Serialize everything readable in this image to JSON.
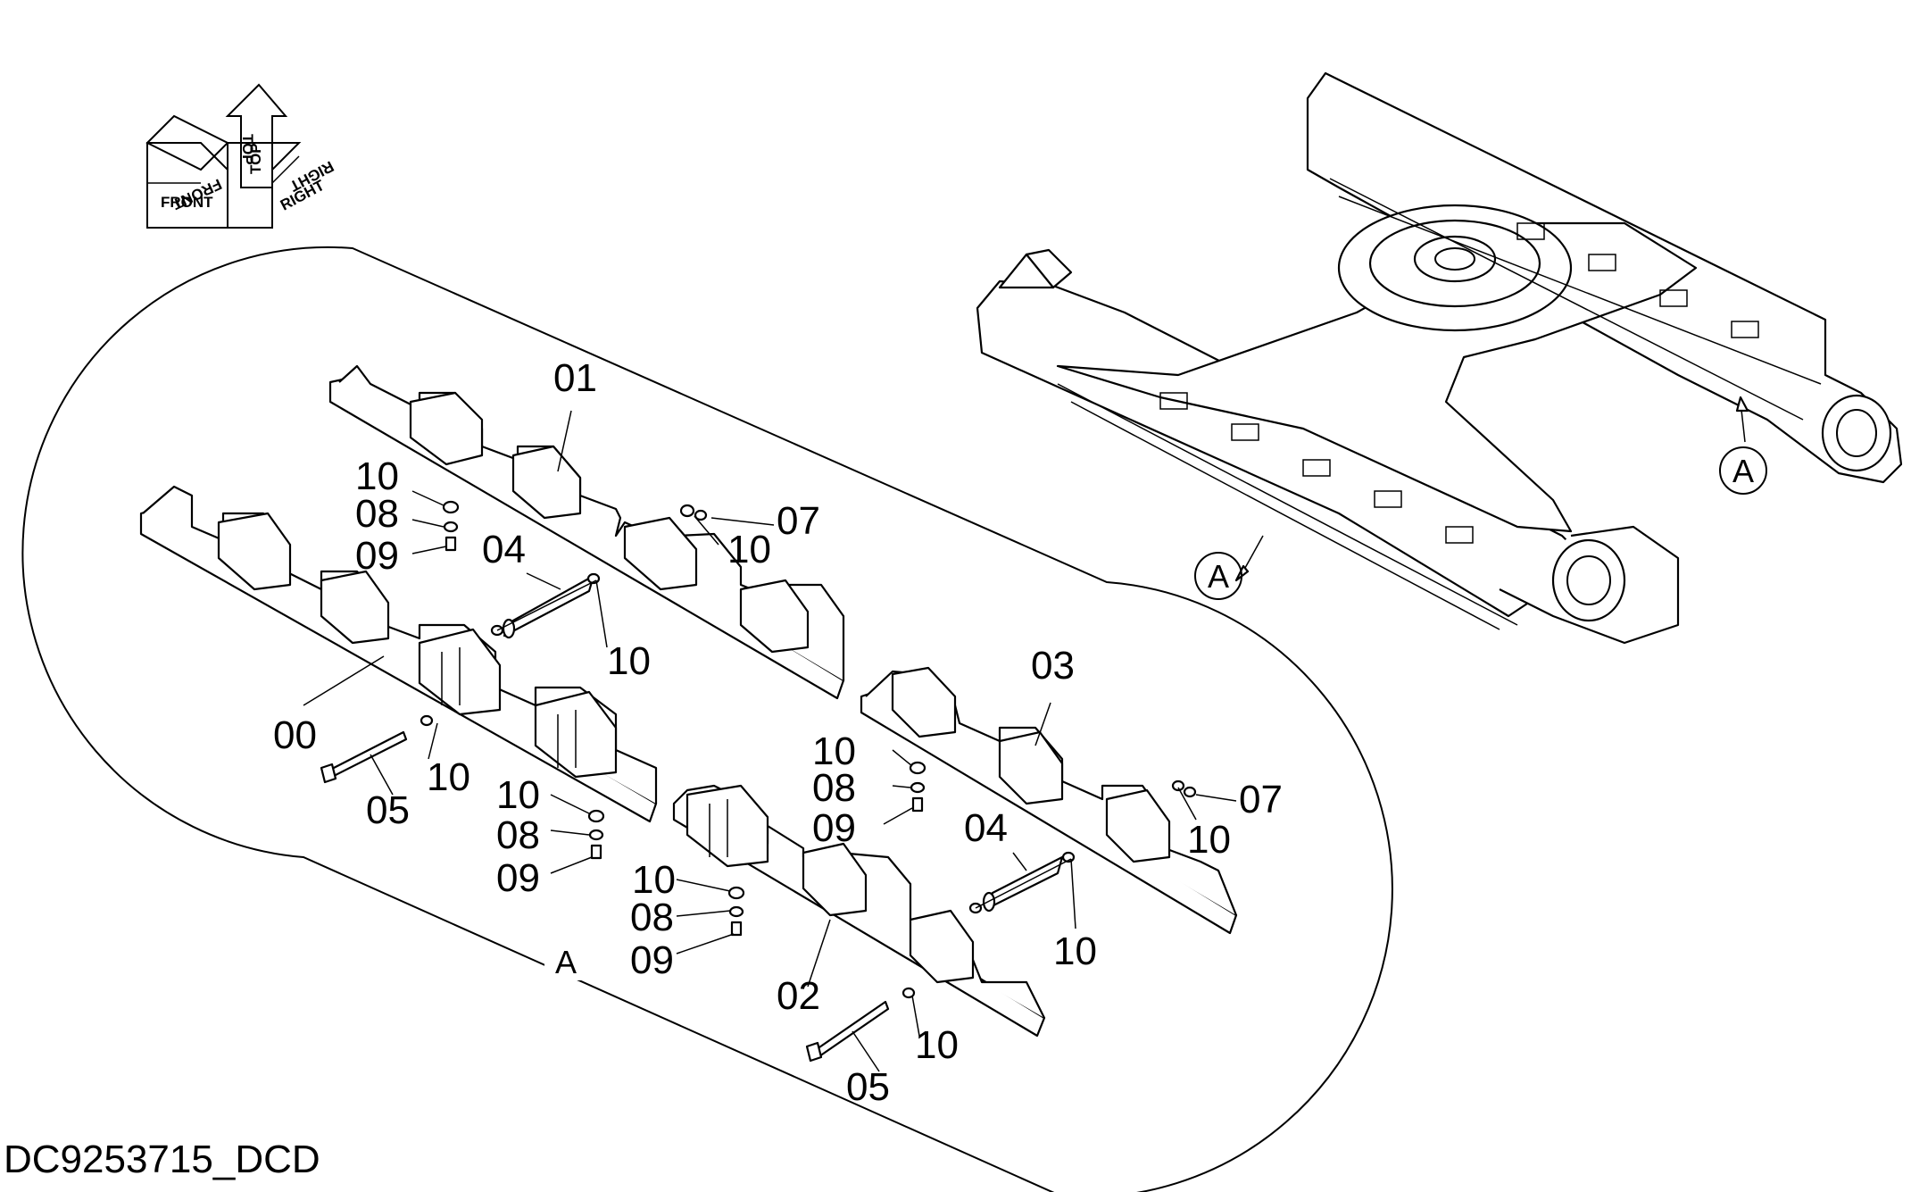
{
  "document": {
    "code": "DC9253715_DCD"
  },
  "orientation": {
    "front": "FRONT",
    "top": "TOP",
    "right": "RIGHT"
  },
  "view": {
    "letter": "A"
  },
  "callouts": {
    "c00": "00",
    "c01": "01",
    "c02": "02",
    "c03": "03",
    "c04a": "04",
    "c04b": "04",
    "c05a": "05",
    "c05b": "05",
    "c07a": "07",
    "c07b": "07",
    "c08a": "08",
    "c08b": "08",
    "c08c": "08",
    "c08d": "08",
    "c09a": "09",
    "c09b": "09",
    "c09c": "09",
    "c09d": "09",
    "c10a": "10",
    "c10b": "10",
    "c10c": "10",
    "c10d": "10",
    "c10e": "10",
    "c10f": "10",
    "c10g": "10",
    "c10h": "10",
    "c10i": "10",
    "c10j": "10"
  }
}
